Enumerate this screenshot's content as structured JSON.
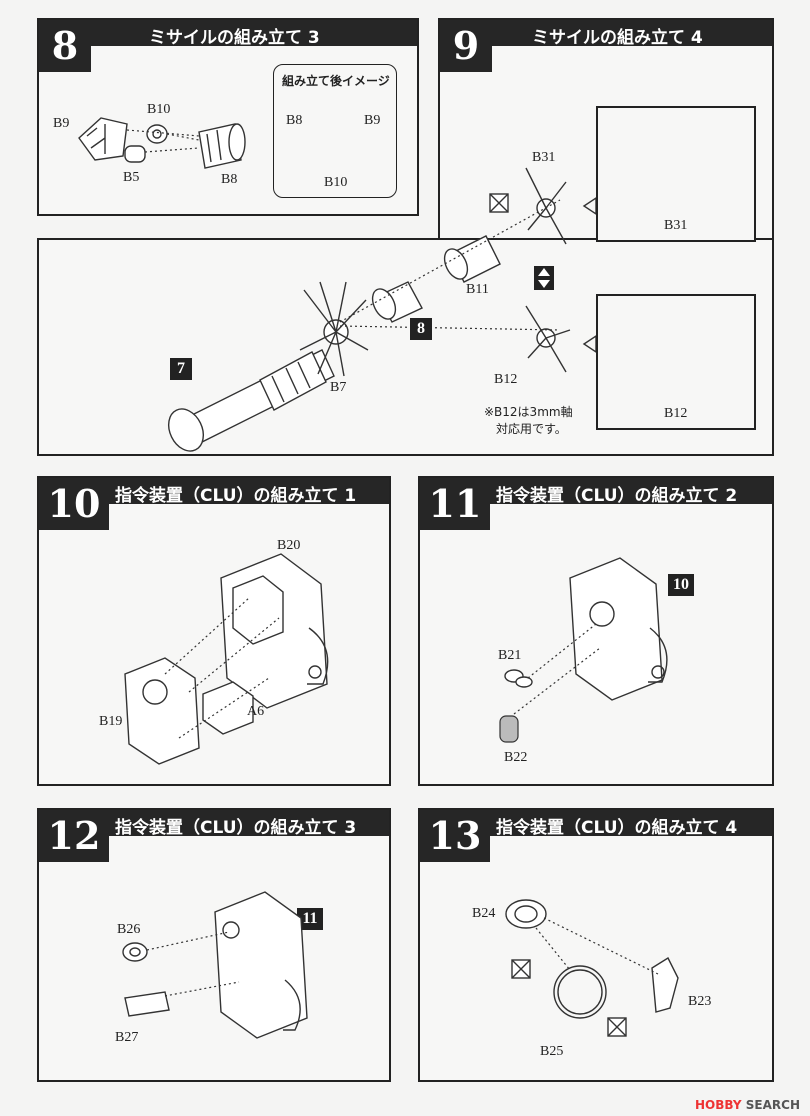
{
  "steps": {
    "s8": {
      "number": "8",
      "title": "ミサイルの組み立て 3",
      "image_caption": "組み立て後イメージ",
      "labels": {
        "b9": "B9",
        "b10": "B10",
        "b5": "B5",
        "b8": "B8",
        "ib8": "B8",
        "ib9": "B9",
        "ib10": "B10"
      }
    },
    "s9": {
      "number": "9",
      "title": "ミサイルの組み立て 4",
      "labels": {
        "b31": "B31",
        "b11": "B11",
        "b7": "B7",
        "b12": "B12",
        "cb31": "B31",
        "cb12": "B12"
      },
      "refs": {
        "r7": "7",
        "r8": "8"
      },
      "note": [
        "※B12は3mm軸",
        "対応用です。"
      ]
    },
    "s10": {
      "number": "10",
      "title": "指令装置（CLU）の組み立て 1",
      "labels": {
        "b20": "B20",
        "b19": "B19",
        "a6": "A6"
      }
    },
    "s11": {
      "number": "11",
      "title": "指令装置（CLU）の組み立て 2",
      "labels": {
        "b21": "B21",
        "b22": "B22"
      },
      "refs": {
        "r10": "10"
      }
    },
    "s12": {
      "number": "12",
      "title": "指令装置（CLU）の組み立て 3",
      "labels": {
        "b26": "B26",
        "b27": "B27"
      },
      "refs": {
        "r11": "11"
      }
    },
    "s13": {
      "number": "13",
      "title": "指令装置（CLU）の組み立て 4",
      "labels": {
        "b24": "B24",
        "b25": "B25",
        "b23": "B23"
      }
    }
  },
  "watermark": {
    "brand": "HOBBY",
    "suffix": "SEARCH"
  },
  "icons": [
    "cross-box-icon",
    "swap-arrows-icon"
  ]
}
